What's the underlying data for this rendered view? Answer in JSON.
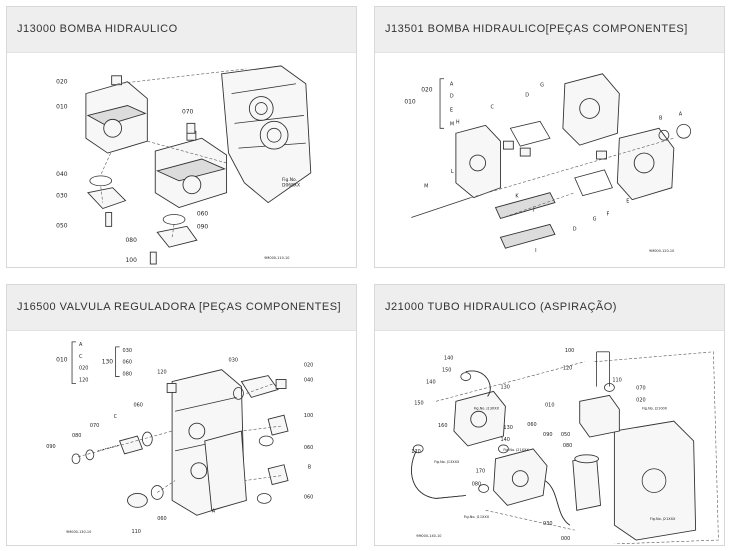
{
  "cards": [
    {
      "title": "J13000   BOMBA HIDRAULICO",
      "labels": [
        "020",
        "010",
        "070",
        "040",
        "030",
        "050",
        "060",
        "090",
        "080",
        "100"
      ],
      "ref_label": "Fig.No.",
      "ref_code": "D068XX",
      "code": "9M000-110-10"
    },
    {
      "title": "J13501   BOMBA HIDRAULICO[PEÇAS COMPONENTES]",
      "labels": [
        "010",
        "020",
        "A",
        "D",
        "E",
        "M",
        "H",
        "C",
        "G",
        "D",
        "B",
        "A",
        "L",
        "M",
        "K",
        "J",
        "E",
        "F",
        "G",
        "D",
        "I"
      ],
      "code": "9M000-120-10"
    },
    {
      "title": "J16500   VALVULA REGULADORA [PEÇAS COMPONENTES]",
      "labels": [
        "010",
        "A",
        "C",
        "020",
        "120",
        "130",
        "030",
        "060",
        "080",
        "120",
        "030",
        "020",
        "040",
        "060",
        "C",
        "100",
        "080",
        "070",
        "090",
        "060",
        "B",
        "060",
        "A",
        "110",
        "060"
      ],
      "code": "9M000-130-10"
    },
    {
      "title": "J21000   TUBO HIDRAULICO (ASPIRAÇÃO)",
      "labels": [
        "100",
        "140",
        "150",
        "120",
        "140",
        "130",
        "150",
        "160",
        "120",
        "140",
        "130",
        "110",
        "170",
        "080",
        "060",
        "090",
        "010",
        "070",
        "020",
        "050",
        "080",
        "030",
        "000"
      ],
      "ref_labels": [
        "Fig.No. J13XXX",
        "Fig.No. J21000",
        "Fig.No. J21XXX",
        "Fig.No. J13XXX",
        "Fig.No. J11XXX",
        "Fig.No. J21XXX"
      ],
      "code": "9M000-140-10"
    }
  ]
}
